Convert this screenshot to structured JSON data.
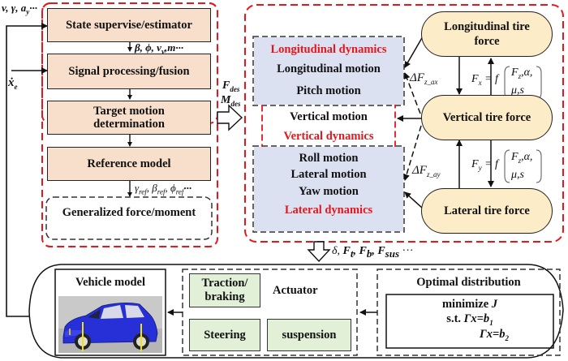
{
  "colors": {
    "red_dash": "#e8151b",
    "peach_fill": "#f8dfcc",
    "blue_fill": "#dbe1f1",
    "tire_fill": "#fcecc8",
    "green_fill": "#e3f0d8",
    "car_body": "#2630d6"
  },
  "left_panel": {
    "input_top": "v, γ, a",
    "input_top_sub": "y",
    "input_top_tail": "···",
    "input_side": "ẋ",
    "input_side_sub": "e",
    "blocks": [
      {
        "label": "State supervise/estimator"
      },
      {
        "label": "Signal processing/fusion"
      },
      {
        "label": "Target motion determination"
      },
      {
        "label": "Reference model"
      }
    ],
    "signal_1": "β, ϕ, v",
    "signal_1_sub": "y",
    "signal_1_tail": ",m···",
    "signal_2_parts": [
      "γ",
      "ref",
      ", β",
      "ref",
      ", ϕ",
      "ref",
      "···"
    ],
    "generalized": "Generalized force/moment"
  },
  "transfer": {
    "f_des": "F",
    "f_des_sub": "des",
    "m_des": "M",
    "m_des_sub": "des"
  },
  "dynamics_panel": {
    "longitudinal_dynamics": "Longitudinal dynamics",
    "longitudinal_motion": "Longitudinal motion",
    "pitch_motion": "Pitch motion",
    "vertical_motion": "Vertical motion",
    "vertical_dynamics": "Vertical dynamics",
    "roll_motion": "Roll motion",
    "lateral_motion": "Lateral motion",
    "yaw_motion": "Yaw motion",
    "lateral_dynamics": "Lateral dynamics",
    "tires": {
      "longitudinal": "Longitudinal tire force",
      "vertical": "Vertical  tire force",
      "lateral": "Lateral  tire force"
    },
    "delta_fz_ax": "ΔF",
    "delta_fz_ax_sub": "z_ax",
    "delta_fz_ay": "ΔF",
    "delta_fz_ay_sub": "z_ay",
    "fx_eq": "F",
    "fx_sub": "x",
    "fy_eq": "F",
    "fy_sub": "y",
    "eq_func": "= f",
    "eq_args_1": "F",
    "eq_args_1_sub": "z",
    "eq_args_1_tail": ",α,",
    "eq_args_2": "μ,s"
  },
  "bottom_signals": {
    "delta": "δ, ",
    "ft": "F",
    "ft_sub": "t",
    "fb": ", F",
    "fb_sub": "b",
    "fsus": ", F",
    "fsus_sub": "sus",
    "tail": " ···"
  },
  "bottom_panel": {
    "vehicle_model": "Vehicle model",
    "actuator": "Actuator",
    "traction": "Traction/ braking",
    "steering": "Steering",
    "suspension": "suspension",
    "optimal": "Optimal distribution",
    "minimize": "minimize ",
    "minimize_var": "J",
    "st": "s.t. ",
    "constraint_1": "Γx=b",
    "constraint_1_sub": "1",
    "constraint_2": "Γx=b",
    "constraint_2_sub": "2"
  }
}
